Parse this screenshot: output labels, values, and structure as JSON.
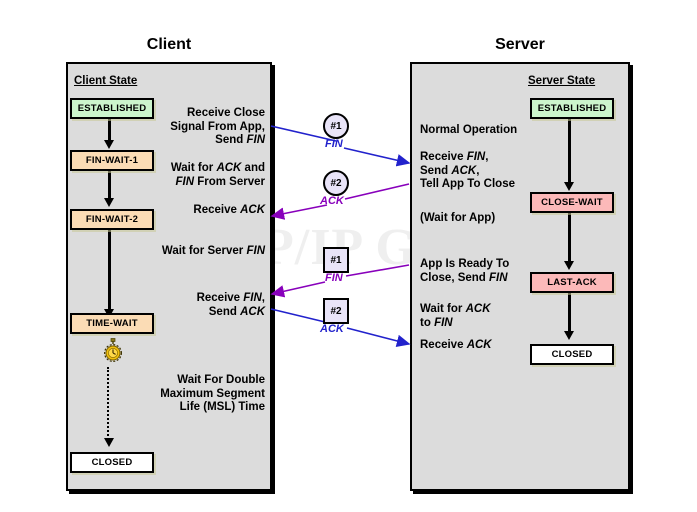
{
  "diagram": {
    "watermark": "The TCP/IP Guide",
    "columns": {
      "client_title": "Client",
      "server_title": "Server"
    },
    "client": {
      "heading": "Client State",
      "states": [
        {
          "label": "ESTABLISHED",
          "color": "#ccf5cc"
        },
        {
          "label": "FIN-WAIT-1",
          "color": "#fbdcb5"
        },
        {
          "label": "FIN-WAIT-2",
          "color": "#fbdcb5"
        },
        {
          "label": "TIME-WAIT",
          "color": "#fbdcb5"
        },
        {
          "label": "CLOSED",
          "color": "#ffffff"
        }
      ],
      "notes": [
        "Receive Close\nSignal From App,\nSend FIN",
        "Wait for ACK and\nFIN From Server",
        "Receive ACK",
        "Wait for Server FIN",
        "Receive FIN,\nSend ACK",
        "Wait For Double\nMaximum Segment\nLife (MSL) Time"
      ],
      "timer_icon": "stopwatch-icon"
    },
    "server": {
      "heading": "Server State",
      "states": [
        {
          "label": "ESTABLISHED",
          "color": "#ccf5cc"
        },
        {
          "label": "CLOSE-WAIT",
          "color": "#fcb9b9"
        },
        {
          "label": "LAST-ACK",
          "color": "#fcb9b9"
        },
        {
          "label": "CLOSED",
          "color": "#ffffff"
        }
      ],
      "notes": [
        "Normal Operation",
        "Receive FIN,\nSend ACK,\nTell App To Close",
        "(Wait for App)",
        "App Is Ready To\nClose, Send FIN",
        "Wait for ACK\nto FIN",
        "Receive ACK"
      ]
    },
    "messages": [
      {
        "id": "msg-1",
        "marker": "#1",
        "label": "FIN",
        "shape": "circle",
        "direction": "client-to-server",
        "color": "#2222cc"
      },
      {
        "id": "msg-2",
        "marker": "#2",
        "label": "ACK",
        "shape": "circle",
        "direction": "server-to-client",
        "color": "#8800bb"
      },
      {
        "id": "msg-3",
        "marker": "#1",
        "label": "FIN",
        "shape": "square",
        "direction": "server-to-client",
        "color": "#8800bb"
      },
      {
        "id": "msg-4",
        "marker": "#2",
        "label": "ACK",
        "shape": "square",
        "direction": "client-to-server",
        "color": "#2222cc"
      }
    ],
    "colors": {
      "panel_bg": "#dcdcdc",
      "established": "#ccf5cc",
      "wait_state": "#fbdcb5",
      "server_wait": "#fcb9b9",
      "closed": "#ffffff",
      "blue_arrow": "#2222cc",
      "purple_arrow": "#8800bb",
      "marker_fill": "#e9e4f8"
    }
  }
}
